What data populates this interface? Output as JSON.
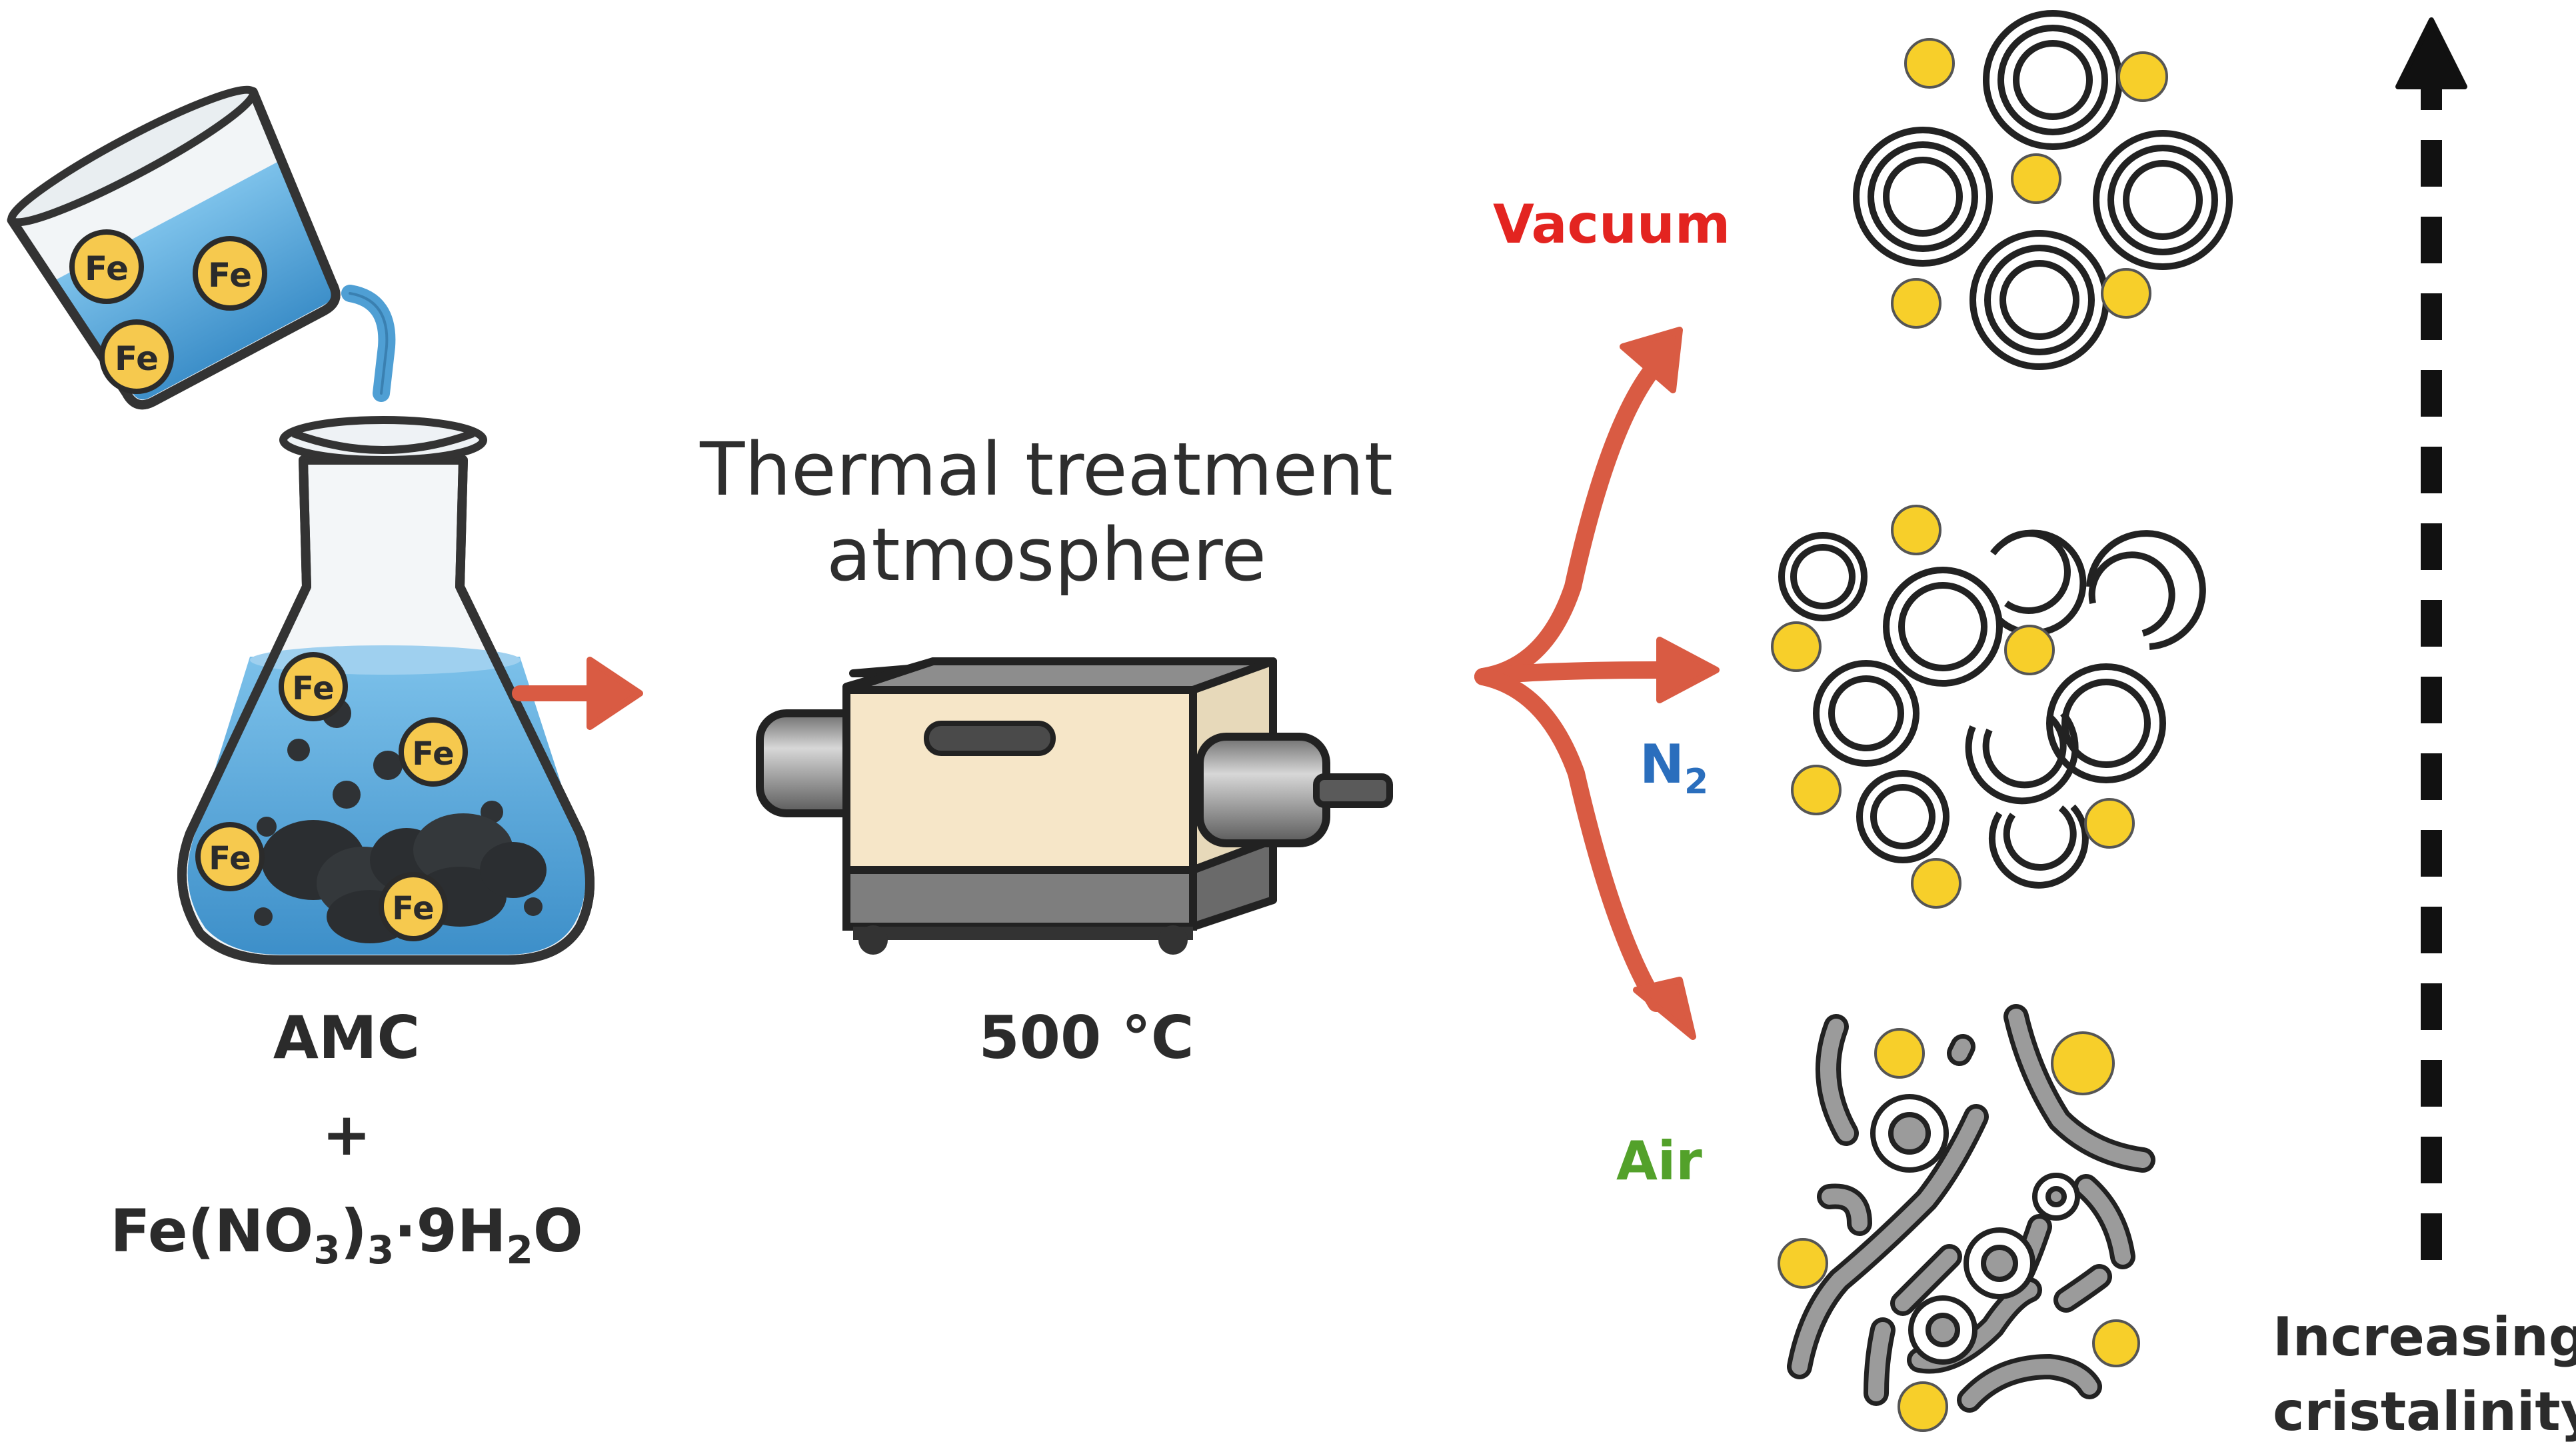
{
  "precursor": {
    "label_amc": "AMC",
    "label_plus": "+",
    "formula_parts": [
      "Fe(NO",
      "3",
      ")",
      "3",
      "·9H",
      "2",
      "O"
    ],
    "fe_label": "Fe"
  },
  "treatment": {
    "title_line1": "Thermal treatment",
    "title_line2": "atmosphere",
    "temperature": "500 °C"
  },
  "atmospheres": {
    "vacuum": "Vacuum",
    "n2_main": "N",
    "n2_sub": "2",
    "air": "Air"
  },
  "axis": {
    "line1": "Increasing",
    "line2": "cristalinity"
  },
  "colors": {
    "arrow": "#d95b43",
    "fe_fill": "#f6c94e",
    "particle_yellow": "#f7cf2a",
    "liquid": "#5aa7d8",
    "vacuum": "#e32420",
    "n2": "#2a6ebd",
    "air": "#53a12a"
  }
}
